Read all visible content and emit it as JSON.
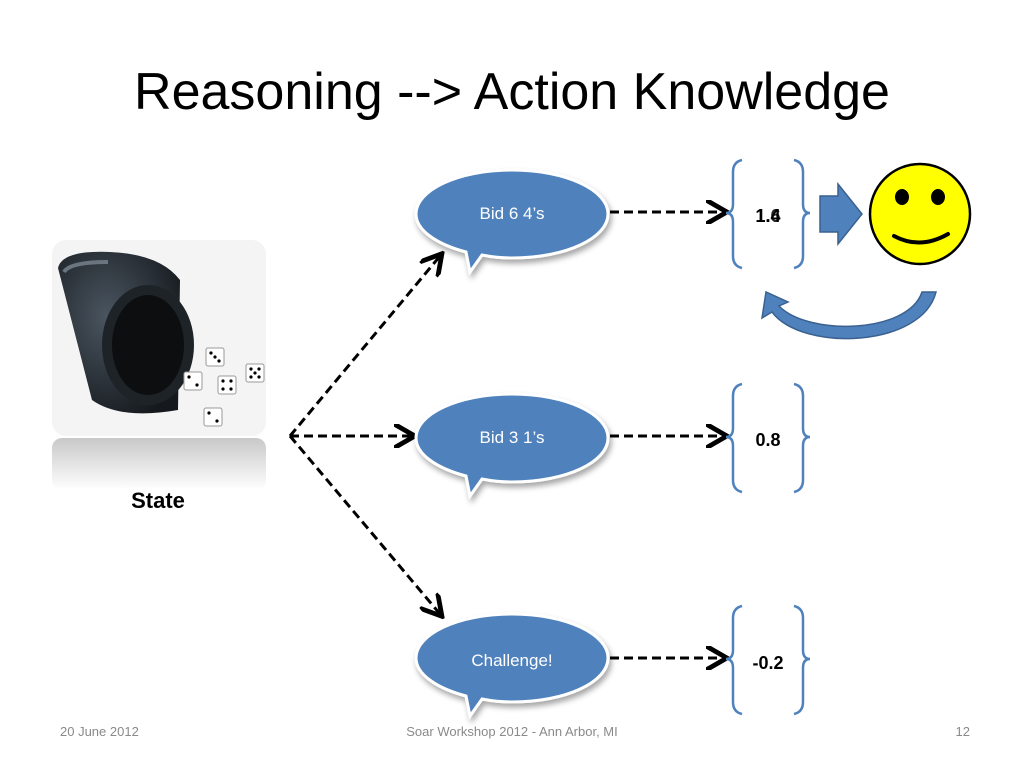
{
  "slide": {
    "title": "Reasoning --> Action Knowledge",
    "state_label": "State",
    "actions": [
      {
        "label": "Bid 6 4’s",
        "value": "1.6",
        "overlay_value": "1.4"
      },
      {
        "label": "Bid 3 1’s",
        "value": "0.8"
      },
      {
        "label": "Challenge!",
        "value": "-0.2"
      }
    ],
    "colors": {
      "bubble": "#4f81bd",
      "bubble_border": "#ffffff",
      "bracket": "#4f81bd",
      "block_arrow": "#4f81bd",
      "smiley": "#ffff00"
    },
    "icons": [
      "dice-cup-image",
      "smiley-face-icon",
      "right-block-arrow-icon",
      "curved-return-arrow-icon"
    ]
  },
  "footer": {
    "date": "20 June 2012",
    "event": "Soar Workshop 2012 - Ann Arbor, MI",
    "page": "12"
  }
}
